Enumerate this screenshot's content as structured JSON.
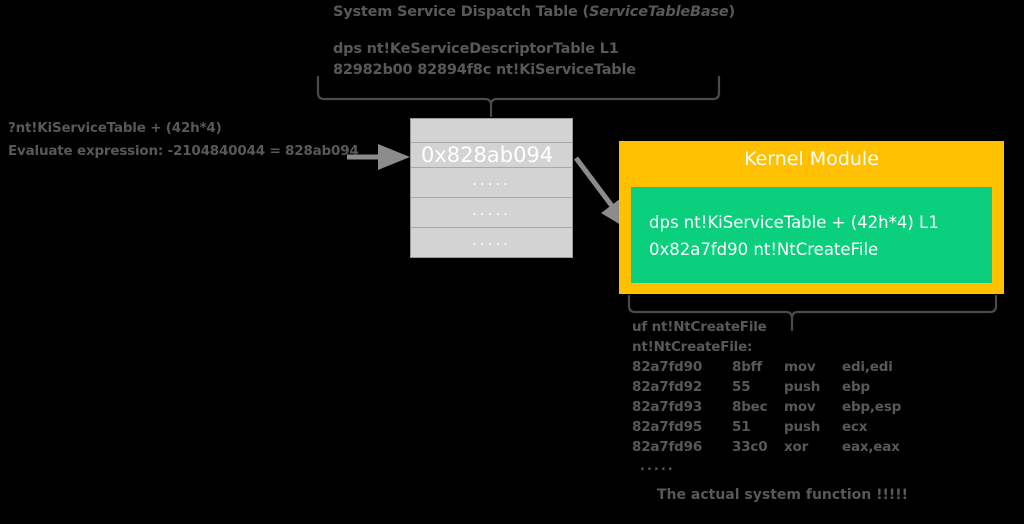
{
  "diagram": {
    "background_color": "#000000",
    "text_color": "#585858",
    "accent_orange": "#ffc000",
    "accent_green": "#0ad07e",
    "table_gray": "#d3d3d3"
  },
  "ssdt": {
    "title_prefix": "System Service Dispatch Table (",
    "title_italic": "ServiceTableBase",
    "title_suffix": ")",
    "dps_command": "dps nt!KeServiceDescriptorTable L1",
    "dps_output": "82982b00 82894f8c nt!KiServiceTable"
  },
  "evaluate": {
    "expression_command": "?nt!KiServiceTable + (42h*4)",
    "expression_result": "Evaluate expression: -2104840044 = 828ab094"
  },
  "table": {
    "rows": [
      {
        "label": "",
        "kind": "empty"
      },
      {
        "label": "0x828ab094",
        "kind": "address"
      },
      {
        "label": ".....",
        "kind": "dots"
      },
      {
        "label": ".....",
        "kind": "dots"
      },
      {
        "label": ".....",
        "kind": "dots"
      }
    ]
  },
  "kernel_module": {
    "title": "Kernel Module",
    "code_lines": [
      "dps nt!KiServiceTable + (42h*4) L1",
      "0x82a7fd90 nt!NtCreateFile"
    ]
  },
  "disassembly": {
    "command": "uf nt!NtCreateFile",
    "symbol": "nt!NtCreateFile:",
    "instructions": [
      {
        "address": "82a7fd90",
        "bytes": "8bff",
        "mnemonic": "mov",
        "operands": "edi,edi"
      },
      {
        "address": "82a7fd92",
        "bytes": "55",
        "mnemonic": "push",
        "operands": "ebp"
      },
      {
        "address": "82a7fd93",
        "bytes": "8bec",
        "mnemonic": "mov",
        "operands": "ebp,esp"
      },
      {
        "address": "82a7fd95",
        "bytes": "51",
        "mnemonic": "push",
        "operands": "ecx"
      },
      {
        "address": "82a7fd96",
        "bytes": "33c0",
        "mnemonic": "xor",
        "operands": "eax,eax"
      }
    ],
    "continuation": ".....",
    "caption": "The actual system function !!!!!"
  }
}
